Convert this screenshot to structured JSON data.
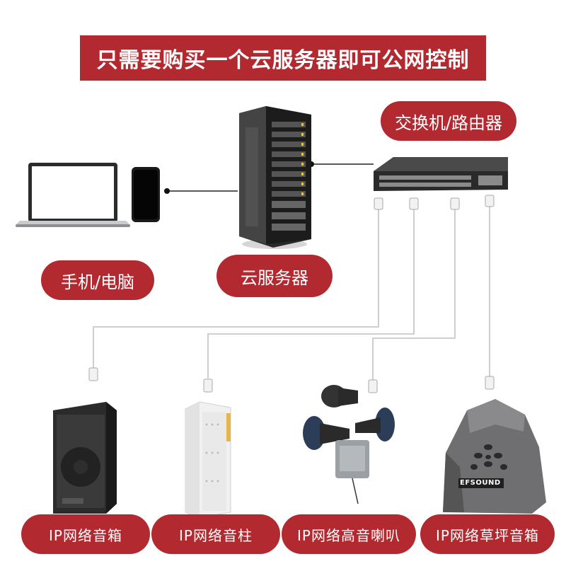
{
  "title": "只需要购买一个云服务器即可公网控制",
  "nodes": {
    "switch": "交换机/路由器",
    "client": "手机/电脑",
    "server": "云服务器"
  },
  "speakers": [
    {
      "label": "IP网络音箱"
    },
    {
      "label": "IP网络音柱"
    },
    {
      "label": "IP网络高音喇叭"
    },
    {
      "label": "IP网络草坪音箱"
    }
  ],
  "brand": {
    "logo_text": "EFSOUND"
  },
  "colors": {
    "accent": "#b22a30",
    "wire": "#cfcfcf"
  }
}
